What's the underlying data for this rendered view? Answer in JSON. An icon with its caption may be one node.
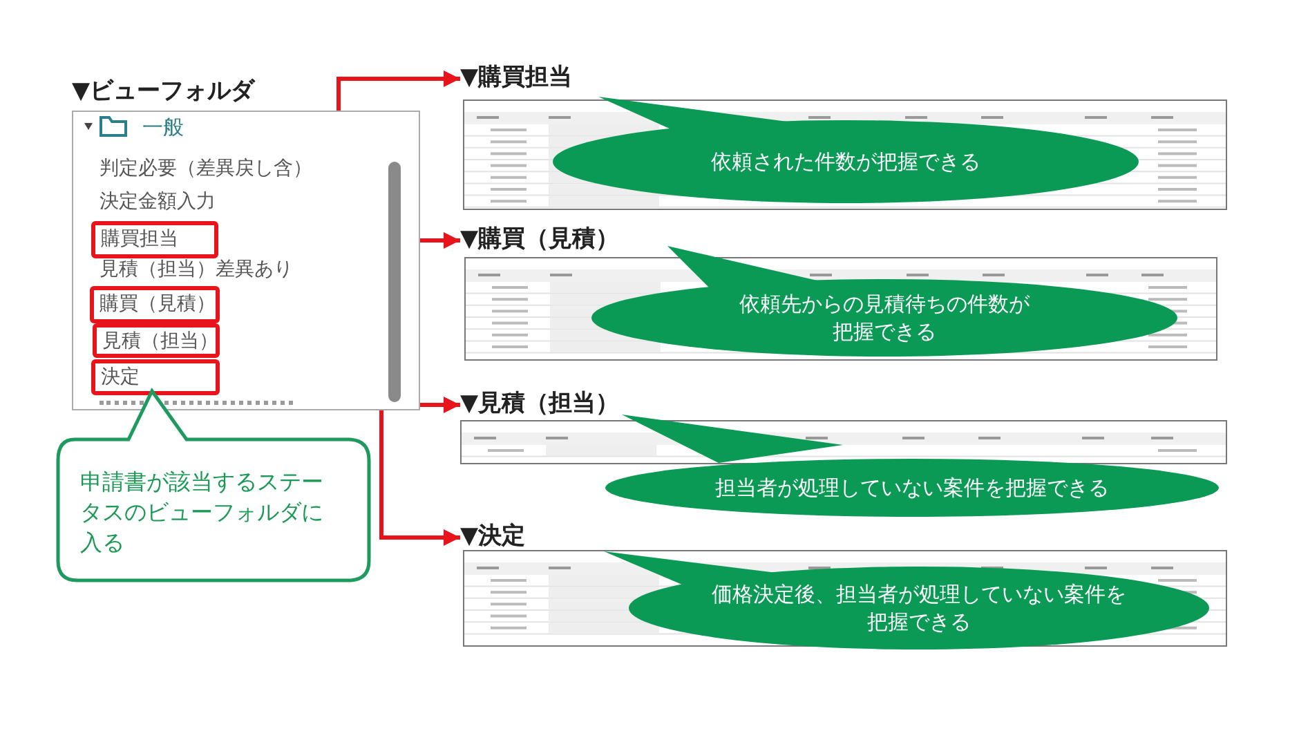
{
  "diagram": {
    "nodes": [
      {
        "text": [
          "▼ビューフォルダ"
        ]
      },
      {
        "text": [
          "購買担当"
        ],
        "in": 0
      },
      {
        "text": [
          "購買（見積）"
        ],
        "in": 0
      },
      {
        "text": [
          "見積（担当）"
        ],
        "in": 0
      },
      {
        "text": [
          "決定"
        ],
        "in": 0
      },
      {
        "text": [
          "申請書が該当するステータスのビューフォルダに入る"
        ]
      },
      {
        "text": [
          "▼購買担当"
        ]
      },
      {
        "text": [],
        "shape": "picture",
        "in": 6
      },
      {
        "text": [
          "依頼された件数が把握できる"
        ],
        "in": 7
      },
      {
        "text": [
          "▼購買（見積）"
        ]
      },
      {
        "text": [],
        "shape": "picture",
        "in": 9
      },
      {
        "text": [
          "依頼先からの見積待ちの件数が把握できる"
        ],
        "in": 10
      },
      {
        "text": [
          "▼見積（担当）"
        ]
      },
      {
        "text": [],
        "shape": "picture",
        "in": 12
      },
      {
        "text": [
          "担当者が処理していない案件を把握できる"
        ],
        "in": 12
      },
      {
        "text": [
          "▼決定"
        ]
      },
      {
        "text": [],
        "shape": "picture",
        "in": 15
      },
      {
        "text": [
          "価格決定後、担当者が処理していない案件を把握できる"
        ],
        "in": 16
      }
    ],
    "edges": [
      {
        "from": 1,
        "to": 6,
        "arrow": "to"
      },
      {
        "from": 2,
        "to": 9,
        "arrow": "to"
      },
      {
        "from": 3,
        "to": 12,
        "arrow": "to"
      },
      {
        "from": 4,
        "to": 15,
        "arrow": "to"
      }
    ],
    "labels": [
      "一般",
      "判定必要（差異戻し含）",
      "決定金額入力",
      "見積（担当）差異あり"
    ]
  }
}
